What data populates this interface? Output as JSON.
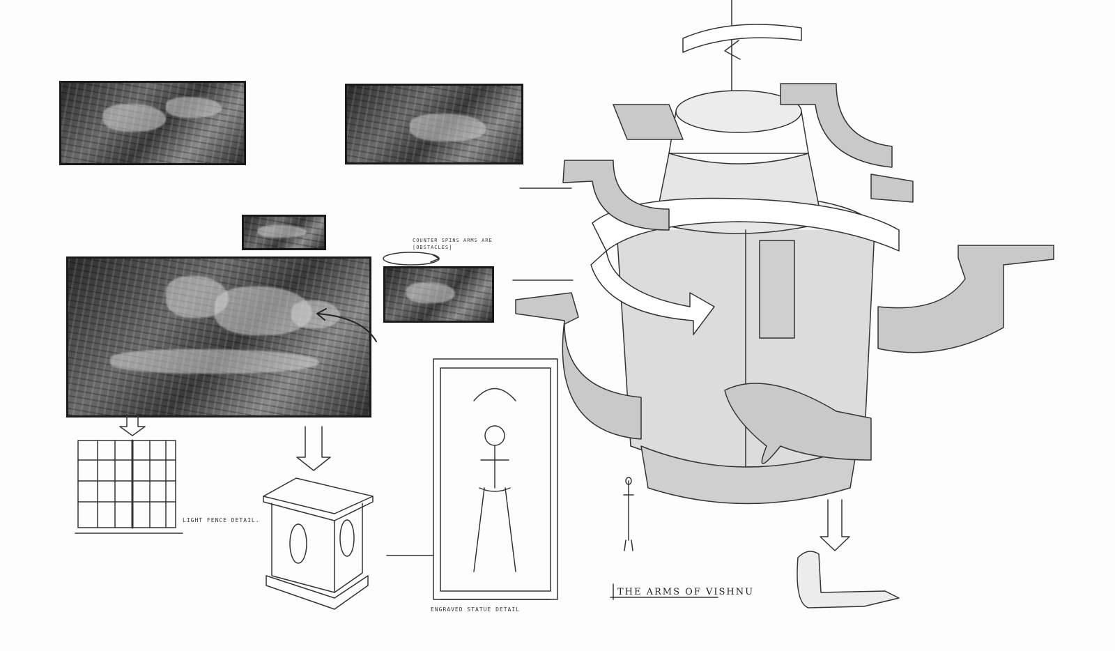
{
  "labels": {
    "counter_spins": "COUNTER SPINS ARMS ARE [OBSTACLES]",
    "light_fence": "LIGHT FENCE DETAIL.",
    "statue_detail": "ENGRAVED STATUE DETAIL",
    "title": "THE ARMS OF VISHNU"
  }
}
